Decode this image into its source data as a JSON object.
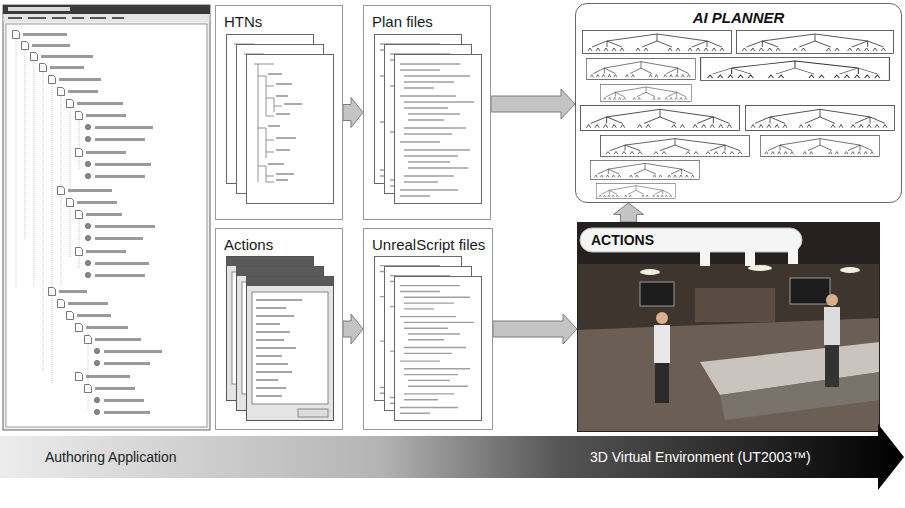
{
  "diagram": {
    "nodes": [
      {
        "text": [
          "HTNs"
        ]
      },
      {
        "text": [
          "Plan files"
        ]
      },
      {
        "text": [
          "AI PLANNER"
        ]
      },
      {
        "text": [
          "Actions"
        ]
      },
      {
        "text": [
          "UnrealScript files"
        ]
      },
      {
        "text": [
          "ACTIONS"
        ]
      },
      {
        "text": [
          "Authoring Application",
          "3D Virtual Environment (UT2003™)"
        ]
      }
    ],
    "edges": [
      {
        "from": 0,
        "to": 1,
        "arrow": "to"
      },
      {
        "from": 1,
        "to": 2,
        "arrow": "to"
      },
      {
        "from": 3,
        "to": 4,
        "arrow": "to"
      },
      {
        "from": 4,
        "to": 5,
        "arrow": "to"
      },
      {
        "from": 5,
        "to": 2,
        "arrow": "to"
      }
    ]
  }
}
